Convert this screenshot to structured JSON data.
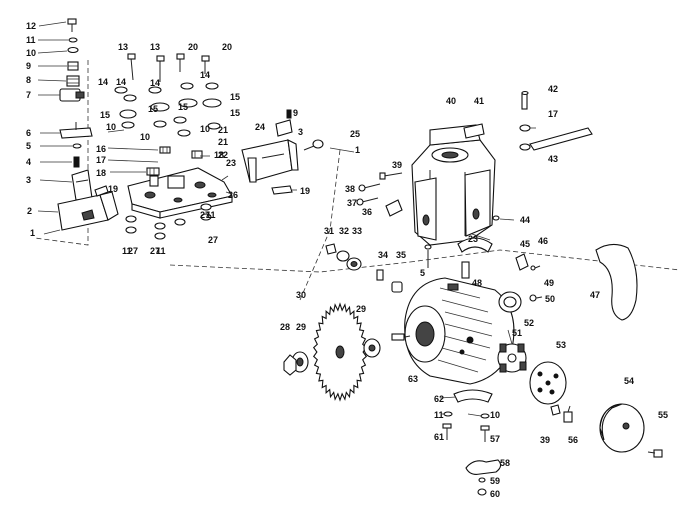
{
  "labels": [
    "12",
    "11",
    "10",
    "9",
    "8",
    "7",
    "6",
    "5",
    "4",
    "3",
    "2",
    "1",
    "13",
    "13",
    "14",
    "14",
    "14",
    "14",
    "15",
    "15",
    "15",
    "15",
    "15",
    "10",
    "10",
    "10",
    "16",
    "17",
    "18",
    "19",
    "20",
    "20",
    "21",
    "21",
    "22",
    "18",
    "23",
    "24",
    "9",
    "3",
    "25",
    "1",
    "26",
    "11",
    "27",
    "27",
    "11",
    "27",
    "11",
    "27",
    "19",
    "40",
    "41",
    "42",
    "17",
    "43",
    "39",
    "38",
    "37",
    "36",
    "44",
    "45",
    "46",
    "47",
    "31",
    "32",
    "33",
    "34",
    "35",
    "23",
    "48",
    "49",
    "50",
    "5",
    "30",
    "29",
    "28",
    "29",
    "63",
    "51",
    "52",
    "53",
    "54",
    "55",
    "62",
    "11",
    "61",
    "10",
    "57",
    "58",
    "59",
    "60",
    "39",
    "56"
  ]
}
